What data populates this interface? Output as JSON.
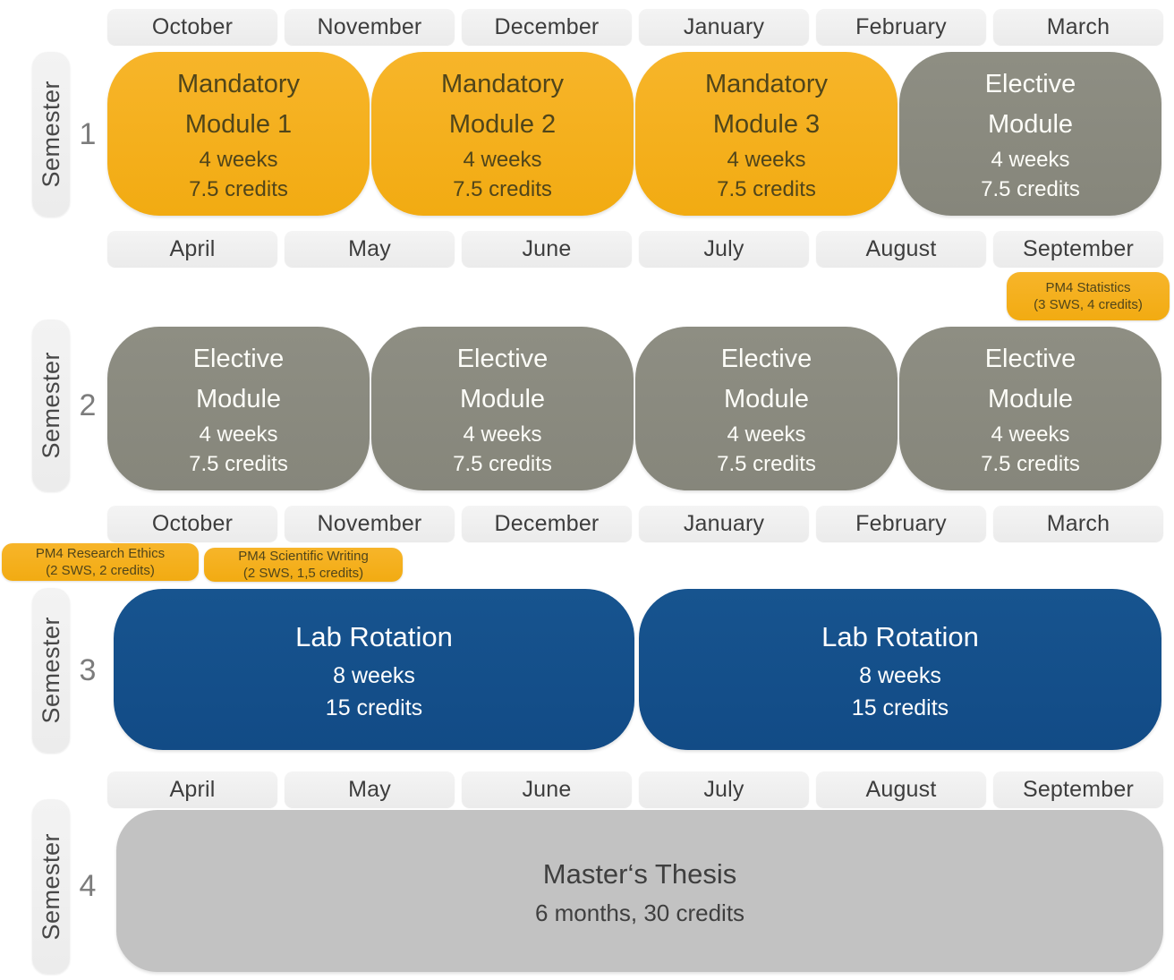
{
  "colors": {
    "mandatory_module": "#F4B11E",
    "elective_module": "#8A8A7F",
    "lab_rotation": "#15518F",
    "masters_thesis": "#C2C2C2",
    "month_pill": "#EFEFEF",
    "annotation_badge": "#F4B11E"
  },
  "month_rows": [
    [
      "October",
      "November",
      "December",
      "January",
      "February",
      "March"
    ],
    [
      "April",
      "May",
      "June",
      "July",
      "August",
      "September"
    ],
    [
      "October",
      "November",
      "December",
      "January",
      "February",
      "March"
    ],
    [
      "April",
      "May",
      "June",
      "July",
      "August",
      "September"
    ]
  ],
  "semesters": [
    {
      "label": "Semester",
      "number": "1"
    },
    {
      "label": "Semester",
      "number": "2"
    },
    {
      "label": "Semester",
      "number": "3"
    },
    {
      "label": "Semester",
      "number": "4"
    }
  ],
  "semester_1_modules": [
    {
      "title_line1": "Mandatory",
      "title_line2": "Module 1",
      "duration": "4 weeks",
      "credits": "7.5 credits"
    },
    {
      "title_line1": "Mandatory",
      "title_line2": "Module 2",
      "duration": "4 weeks",
      "credits": "7.5 credits"
    },
    {
      "title_line1": "Mandatory",
      "title_line2": "Module 3",
      "duration": "4 weeks",
      "credits": "7.5 credits"
    },
    {
      "title_line1": "Elective",
      "title_line2": "Module",
      "duration": "4 weeks",
      "credits": "7.5 credits"
    }
  ],
  "semester_2_modules": [
    {
      "title_line1": "Elective",
      "title_line2": "Module",
      "duration": "4 weeks",
      "credits": "7.5 credits"
    },
    {
      "title_line1": "Elective",
      "title_line2": "Module",
      "duration": "4 weeks",
      "credits": "7.5 credits"
    },
    {
      "title_line1": "Elective",
      "title_line2": "Module",
      "duration": "4 weeks",
      "credits": "7.5 credits"
    },
    {
      "title_line1": "Elective",
      "title_line2": "Module",
      "duration": "4 weeks",
      "credits": "7.5 credits"
    }
  ],
  "semester_3_modules": [
    {
      "title": "Lab Rotation",
      "duration": "8 weeks",
      "credits": "15 credits"
    },
    {
      "title": "Lab Rotation",
      "duration": "8 weeks",
      "credits": "15 credits"
    }
  ],
  "semester_4_module": {
    "title": "Master‘s Thesis",
    "details": "6 months, 30 credits"
  },
  "annotations": {
    "statistics": {
      "line1": "PM4 Statistics",
      "line2": "(3 SWS, 4 credits)"
    },
    "research_ethics": {
      "line1": "PM4 Research Ethics",
      "line2": "(2 SWS, 2 credits)"
    },
    "scientific_writing": {
      "line1": "PM4 Scientific Writing",
      "line2": "(2 SWS, 1,5 credits)"
    }
  }
}
